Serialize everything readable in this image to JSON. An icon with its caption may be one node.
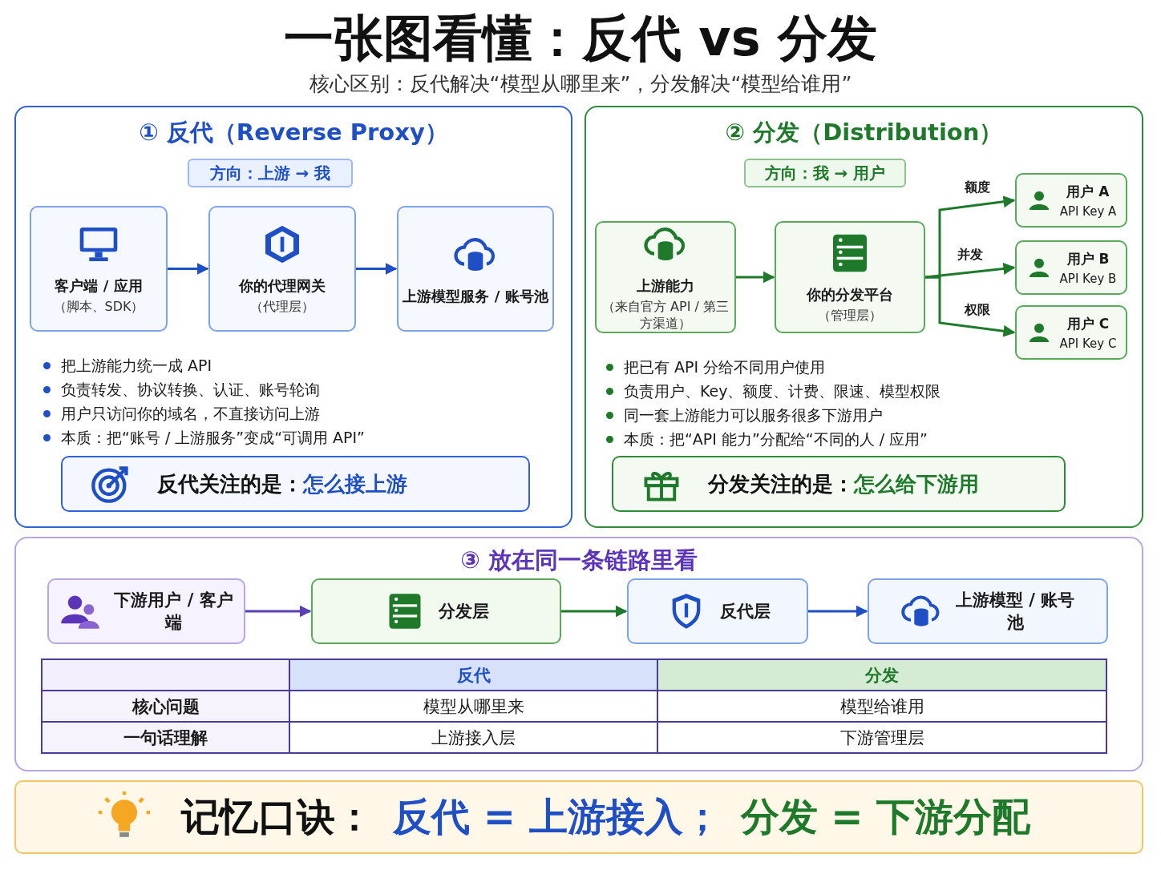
{
  "diagram": {
    "title": "一张图看懂：反代 vs 分发",
    "nodes": [
      {
        "text": [
          "① 反代（Reverse Proxy）"
        ]
      },
      {
        "text": [
          "方向：上游 → 我"
        ],
        "in": 0
      },
      {
        "text": [
          "客户端 / 应用",
          "（脚本、SDK）"
        ],
        "in": 0
      },
      {
        "text": [
          "你的代理网关",
          "（代理层）"
        ],
        "in": 0
      },
      {
        "text": [
          "上游模型服务 / 账号池"
        ],
        "in": 0
      },
      {
        "text": [
          "反代关注的是：",
          "怎么接上游"
        ],
        "in": 0
      },
      {
        "text": [
          "② 分发（Distribution）"
        ]
      },
      {
        "text": [
          "方向：我 → 用户"
        ],
        "in": 6
      },
      {
        "text": [
          "上游能力",
          "（来自官方 API / 第三方渠道）"
        ],
        "in": 6
      },
      {
        "text": [
          "你的分发平台",
          "（管理层）"
        ],
        "in": 6
      },
      {
        "text": [
          "用户 A",
          "API Key A"
        ],
        "in": 6
      },
      {
        "text": [
          "用户 B",
          "API Key B"
        ],
        "in": 6
      },
      {
        "text": [
          "用户 C",
          "API Key C"
        ],
        "in": 6
      },
      {
        "text": [
          "分发关注的是：",
          "怎么给下游用"
        ],
        "in": 6
      },
      {
        "text": [
          "③ 放在同一条链路里看"
        ]
      },
      {
        "text": [
          "下游用户 / 客户端"
        ],
        "in": 14
      },
      {
        "text": [
          "分发层"
        ],
        "in": 14
      },
      {
        "text": [
          "反代层"
        ],
        "in": 14
      },
      {
        "text": [
          "上游模型 / 账号池"
        ],
        "in": 14
      },
      {
        "text": [
          "记忆口诀：",
          "反代 = 上游接入；",
          "分发 = 下游分配"
        ]
      }
    ],
    "edges": [
      {
        "from": 2,
        "to": 3,
        "arrow": "to",
        "color": "#1f4fc4"
      },
      {
        "from": 3,
        "to": 4,
        "arrow": "to",
        "color": "#1f4fc4"
      },
      {
        "from": 8,
        "to": 9,
        "arrow": "to"
      },
      {
        "from": 9,
        "to": 10,
        "arrow": "to",
        "label": "额度"
      },
      {
        "from": 9,
        "to": 11,
        "arrow": "to",
        "label": "并发"
      },
      {
        "from": 9,
        "to": 12,
        "arrow": "to",
        "label": "权限"
      },
      {
        "from": 15,
        "to": 16,
        "arrow": "to",
        "color": "#5b3fb5"
      },
      {
        "from": 16,
        "to": 17,
        "arrow": "to"
      },
      {
        "from": 17,
        "to": 18,
        "arrow": "to",
        "color": "#1f4fc4"
      }
    ],
    "labels": [
      "核心区别：反代解决“模型从哪里来”，分发解决“模型给谁用”",
      "把上游能力统一成 API",
      "负责转发、协议转换、认证、账号轮询",
      "用户只访问你的域名，不直接访问上游",
      "本质：把“账号 / 上游服务”变成“可调用 API”",
      "把已有 API 分给不同用户使用",
      "负责用户、Key、额度、计费、限速、模型权限",
      "同一套上游能力可以服务很多下游用户",
      "本质：把“API 能力”分配给“不同的人 / 应用”",
      "反代",
      "分发",
      "核心问题",
      "模型从哪里来",
      "模型给谁用",
      "一句话理解",
      "上游接入层",
      "下游管理层"
    ]
  }
}
